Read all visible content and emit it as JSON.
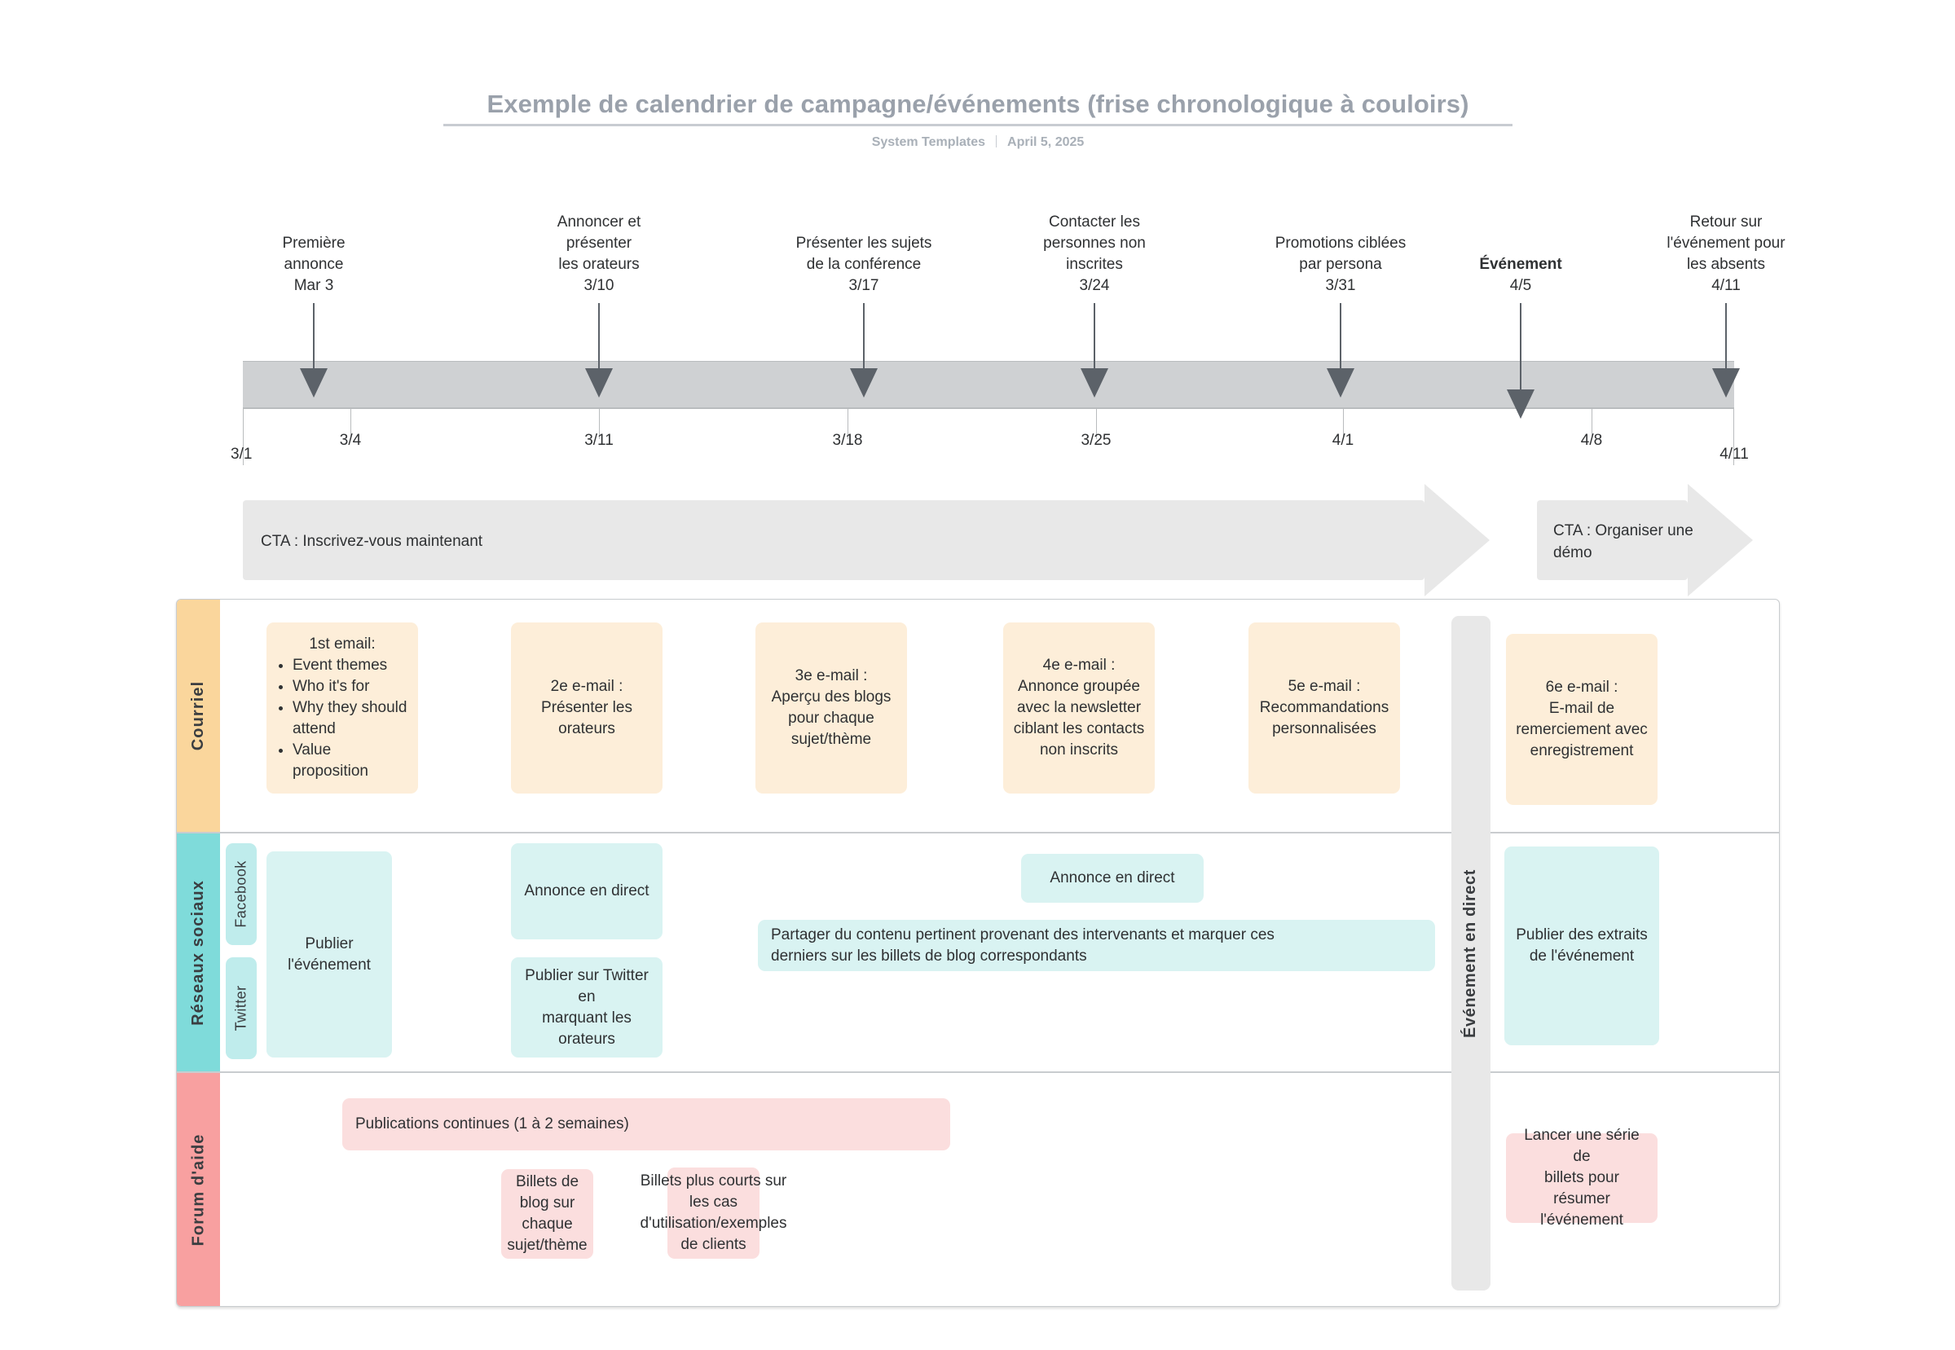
{
  "header": {
    "title": "Exemple de calendrier de campagne/événements (frise chronologique à couloirs)",
    "source": "System Templates",
    "date": "April 5, 2025"
  },
  "timeline": {
    "axis_start": "3/1",
    "axis_end": "4/11",
    "ticks": [
      "3/1",
      "3/4",
      "3/11",
      "3/18",
      "3/25",
      "4/1",
      "4/8",
      "4/11"
    ],
    "milestones": [
      {
        "label": "Première\nannonce",
        "date": "Mar 3",
        "bold": false
      },
      {
        "label": "Annoncer et\nprésenter\nles orateurs",
        "date": "3/10",
        "bold": false
      },
      {
        "label": "Présenter les sujets\nde la conférence",
        "date": "3/17",
        "bold": false
      },
      {
        "label": "Contacter les\npersonnes non\ninscrites",
        "date": "3/24",
        "bold": false
      },
      {
        "label": "Promotions ciblées\npar persona",
        "date": "3/31",
        "bold": false
      },
      {
        "label": "Événement",
        "date": "4/5",
        "bold": true
      },
      {
        "label": "Retour sur\nl'événement pour\nles absents",
        "date": "4/11",
        "bold": false
      }
    ]
  },
  "ctas": [
    {
      "text": "CTA : Inscrivez-vous maintenant"
    },
    {
      "text": "CTA : Organiser une\ndémo"
    }
  ],
  "live_column": {
    "label": "Événement en direct",
    "color": "#e8e8e8"
  },
  "lanes": [
    {
      "name": "Courriel",
      "color": "#fad69c",
      "card_color": "#fdeed9",
      "cards": [
        {
          "title": "1st email:",
          "bullets": [
            "Event themes",
            "Who it's for",
            "Why they should attend",
            "Value proposition"
          ]
        },
        {
          "text": "2e e-mail :\nPrésenter les orateurs"
        },
        {
          "text": "3e e-mail :\nAperçu des blogs\npour chaque\nsujet/thème"
        },
        {
          "text": "4e e-mail :\nAnnonce groupée\navec la newsletter\nciblant les contacts\nnon inscrits"
        },
        {
          "text": "5e e-mail :\nRecommandations\npersonnalisées"
        },
        {
          "text": "6e e-mail :\nE-mail de\nremerciement avec\nenregistrement"
        }
      ]
    },
    {
      "name": "Réseaux sociaux",
      "color": "#7fdbda",
      "card_color": "#d9f3f2",
      "sublanes": [
        "Facebook",
        "Twitter"
      ],
      "cards": [
        {
          "text": "Publier l'événement"
        },
        {
          "text": "Annonce en direct"
        },
        {
          "text": "Publier sur Twitter en\nmarquant les orateurs"
        },
        {
          "text": "Partager du contenu pertinent provenant des intervenants et marquer ces\nderniers sur les billets de blog correspondants"
        },
        {
          "text": "Annonce en direct"
        },
        {
          "text": "Publier des extraits\nde l'événement"
        }
      ]
    },
    {
      "name": "Forum d'aide",
      "color": "#f8a0a0",
      "card_color": "#fbdede",
      "cards": [
        {
          "text": "Publications continues (1 à 2 semaines)"
        },
        {
          "text": "Billets de blog sur\nchaque sujet/thème"
        },
        {
          "text": "Billets plus courts sur\nles cas\nd'utilisation/exemples\nde clients"
        },
        {
          "text": "Lancer une série de\nbillets pour résumer\nl'événement"
        }
      ]
    }
  ]
}
